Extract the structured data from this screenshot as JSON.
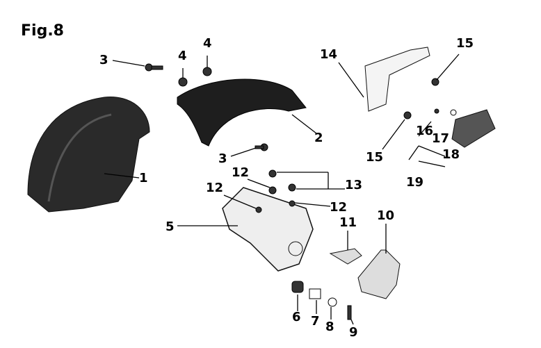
{
  "figure_title": "Fig.8",
  "callouts": [
    {
      "id": "c3a",
      "text": "3"
    },
    {
      "id": "c4a",
      "text": "4"
    },
    {
      "id": "c4b",
      "text": "4"
    },
    {
      "id": "c2",
      "text": "2"
    },
    {
      "id": "c3b",
      "text": "3"
    },
    {
      "id": "c1",
      "text": "1"
    },
    {
      "id": "c14",
      "text": "14"
    },
    {
      "id": "c15a",
      "text": "15"
    },
    {
      "id": "c15b",
      "text": "15"
    },
    {
      "id": "c16",
      "text": "16"
    },
    {
      "id": "c17",
      "text": "17"
    },
    {
      "id": "c18",
      "text": "18"
    },
    {
      "id": "c19",
      "text": "19"
    },
    {
      "id": "c12a",
      "text": "12"
    },
    {
      "id": "c12b",
      "text": "12"
    },
    {
      "id": "c13",
      "text": "13"
    },
    {
      "id": "c12c",
      "text": "12"
    },
    {
      "id": "c5",
      "text": "5"
    },
    {
      "id": "c11",
      "text": "11"
    },
    {
      "id": "c10",
      "text": "10"
    },
    {
      "id": "c6",
      "text": "6"
    },
    {
      "id": "c7",
      "text": "7"
    },
    {
      "id": "c8",
      "text": "8"
    },
    {
      "id": "c9",
      "text": "9"
    }
  ]
}
